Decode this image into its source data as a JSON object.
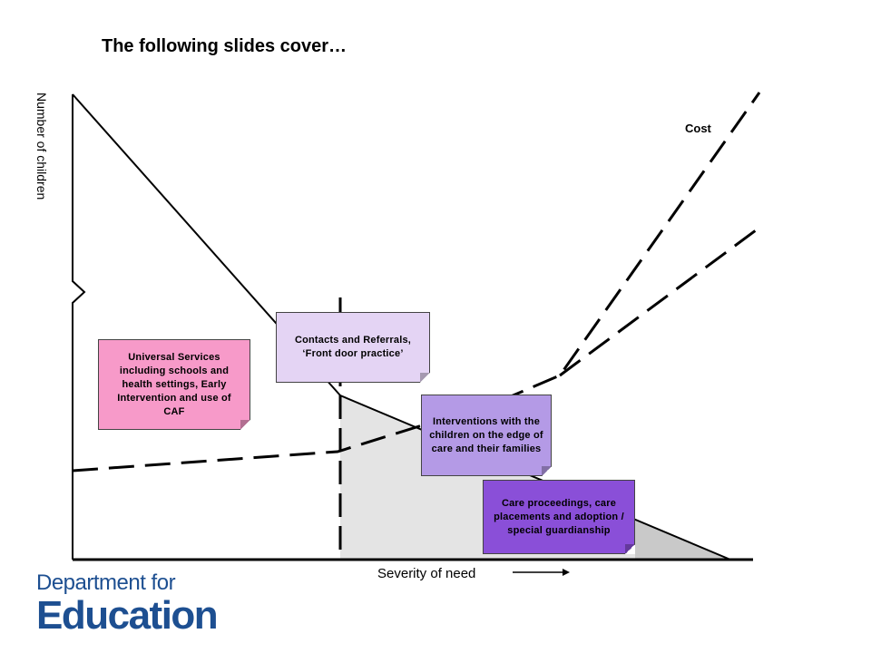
{
  "title": "The following slides cover…",
  "axes": {
    "y_label": "Number of children",
    "x_label": "Severity of need"
  },
  "cost_label": "Cost",
  "notes": {
    "universal": {
      "text": "Universal Services including schools and health settings, Early Intervention and use of CAF",
      "color": "#f79ac9"
    },
    "contacts": {
      "text": "Contacts  and Referrals, ‘Front door practice’",
      "color": "#e4d4f4"
    },
    "interventions": {
      "text": "Interventions with the children on the edge of care and their families",
      "color": "#b49ae6"
    },
    "care": {
      "text": "Care proceedings, care placements and adoption / special guardianship",
      "color": "#8a4fd8"
    }
  },
  "logo": {
    "line1": "Department for",
    "line2": "Education",
    "color": "#1d4f91"
  },
  "colors": {
    "light_fill": "#e4e4e4",
    "dark_fill": "#c9c9c9"
  }
}
